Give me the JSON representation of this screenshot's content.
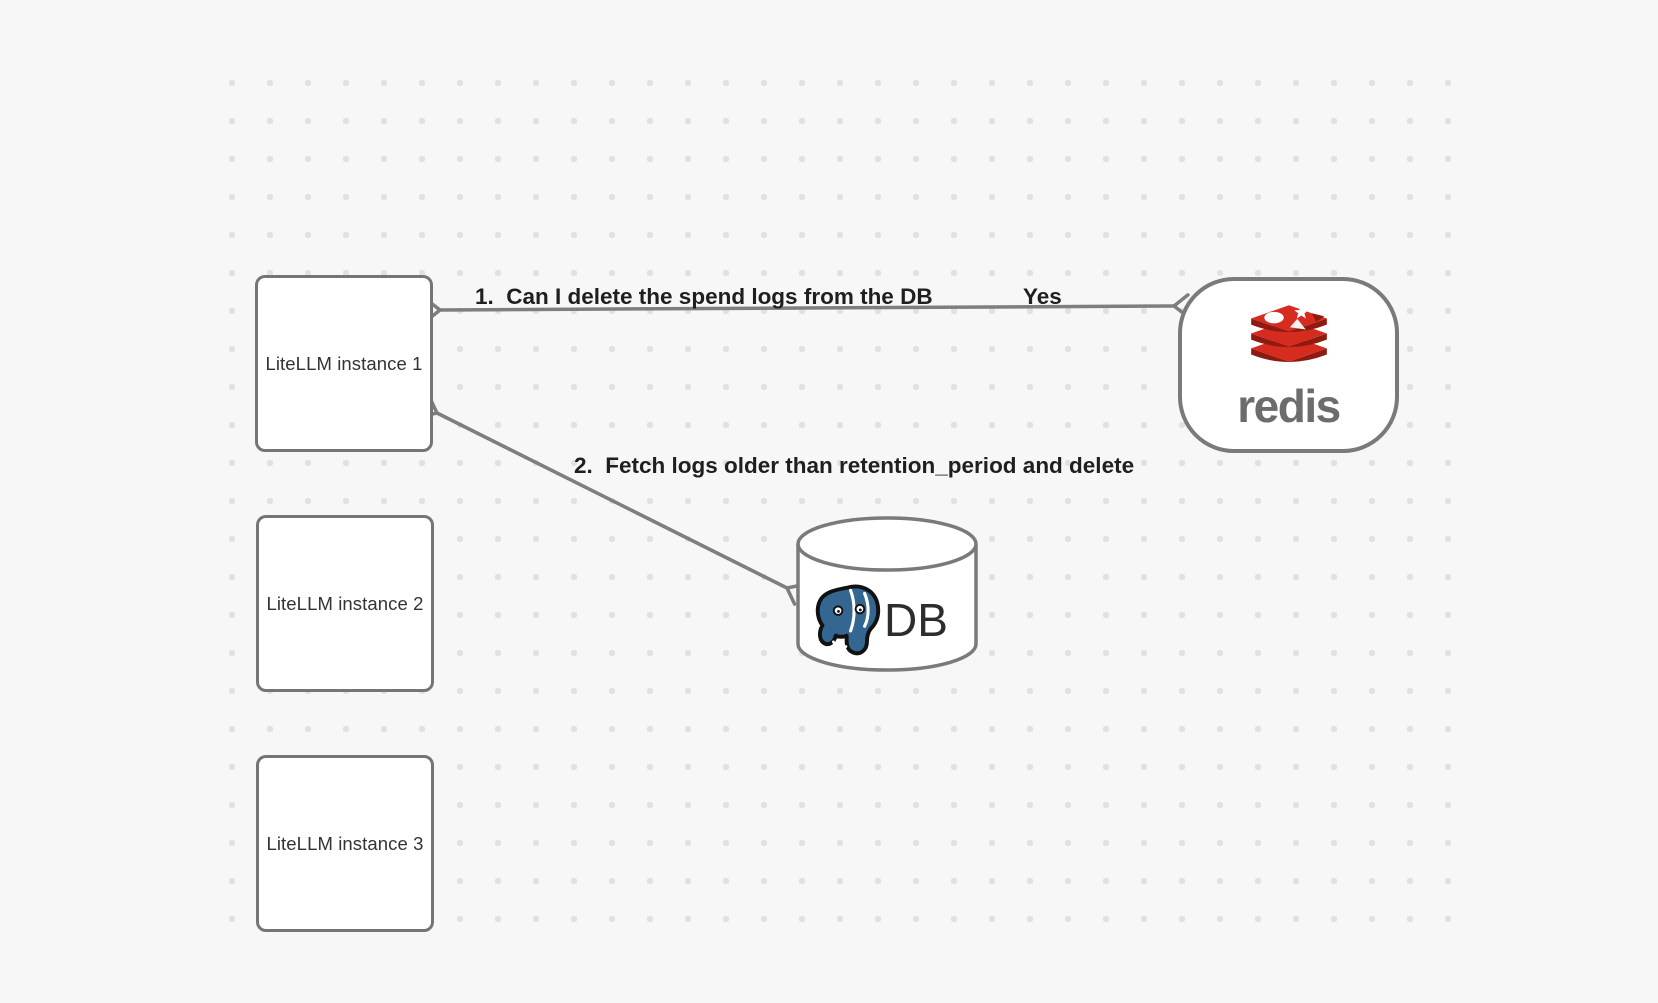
{
  "canvas": {
    "background_color": "#f7f7f8",
    "dot_grid_color": "#e1e1e3",
    "node_border_color": "#757575",
    "arrow_color": "#7e7e7e",
    "edge_label_color": "#1f1f1f"
  },
  "nodes": {
    "instances": [
      {
        "label": "LiteLLM instance 1"
      },
      {
        "label": "LiteLLM instance 2"
      },
      {
        "label": "LiteLLM instance 3"
      }
    ],
    "redis": {
      "wordmark": "redis",
      "logo_icon": "redis-stack-icon",
      "logo_red": "#d62b1f",
      "logo_dark_red": "#8f1b10",
      "wordmark_color": "#6c6c6c"
    },
    "db": {
      "label": "DB",
      "logo_icon": "postgresql-elephant-icon",
      "elephant_blue": "#336791",
      "label_color": "#2d2d2d"
    }
  },
  "edges": [
    {
      "id": "1",
      "label": "1.  Can I delete the spend logs from the DB",
      "reply": "Yes",
      "from": "redis",
      "to": "litellm-instance-1",
      "direction": "both"
    },
    {
      "id": "2",
      "label": "2.  Fetch logs older than retention_period and delete",
      "from": "litellm-instance-1",
      "to": "db",
      "direction": "both"
    }
  ]
}
